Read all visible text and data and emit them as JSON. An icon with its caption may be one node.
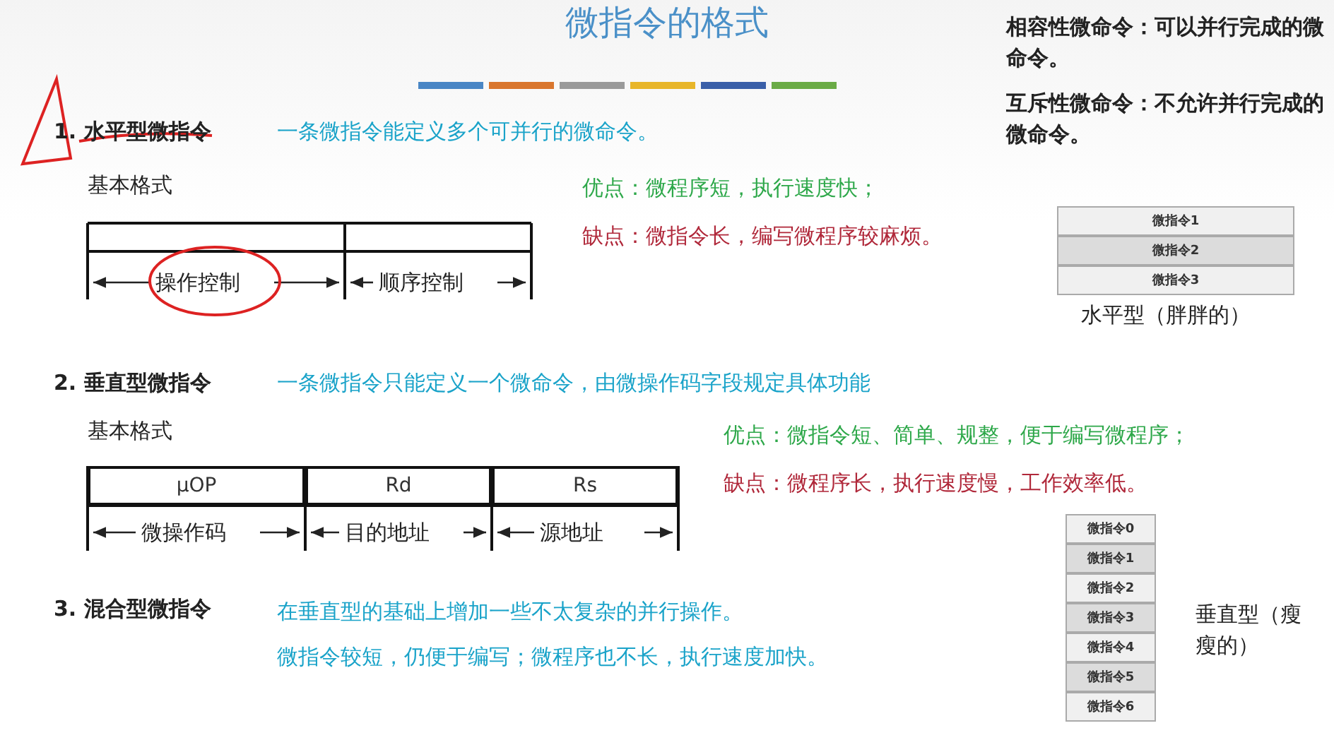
{
  "diagram": {
    "title": "微指令的格式",
    "nodes": [
      {
        "text": [
          "μOP"
        ]
      },
      {
        "text": [
          "Rd"
        ]
      },
      {
        "text": [
          "Rs"
        ]
      },
      {
        "text": [
          "微指令1"
        ]
      },
      {
        "text": [
          "微指令2"
        ]
      },
      {
        "text": [
          "微指令3"
        ]
      },
      {
        "text": [
          "微指令0"
        ]
      },
      {
        "text": [
          "微指令1"
        ]
      },
      {
        "text": [
          "微指令2"
        ]
      },
      {
        "text": [
          "微指令3"
        ]
      },
      {
        "text": [
          "微指令4"
        ]
      },
      {
        "text": [
          "微指令5"
        ]
      },
      {
        "text": [
          "微指令6"
        ]
      }
    ],
    "edges": [],
    "labels": [
      "相容性微命令：可以并行完成的微命令。",
      "互斥性微命令：不允许并行完成的微命令。",
      "1. 水平型微指令",
      "一条微指令能定义多个可并行的微命令。",
      "基本格式",
      "优点：微程序短，执行速度快；",
      "缺点：微指令长，编写微程序较麻烦。",
      "操作控制",
      "顺序控制",
      "水平型（胖胖的）",
      "2. 垂直型微指令",
      "一条微指令只能定义一个微命令，由微操作码字段规定具体功能",
      "基本格式",
      "优点：微指令短、简单、规整，便于编写微程序；",
      "缺点：微程序长，执行速度慢，工作效率低。",
      "微操作码",
      "目的地址",
      "源地址",
      "3. 混合型微指令",
      "在垂直型的基础上增加一些不太复杂的并行操作。",
      "微指令较短，仍便于编写；微程序也不长，执行速度加快。",
      "垂直型（瘦瘦的）"
    ]
  }
}
